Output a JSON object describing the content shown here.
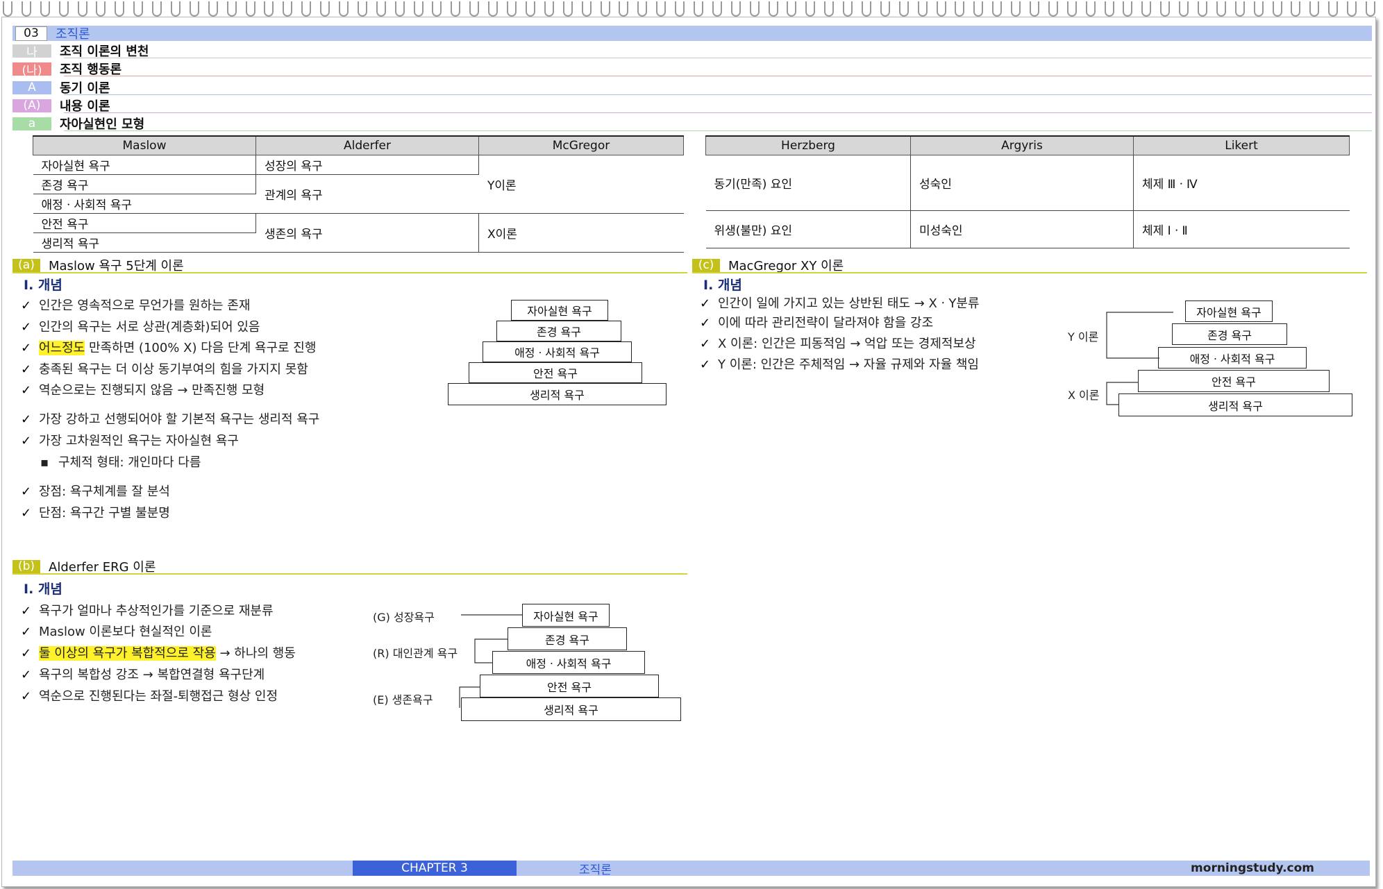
{
  "headers": [
    {
      "tag": "03",
      "text": "조직론"
    },
    {
      "tag": "나",
      "text": "조직 이론의 변천"
    },
    {
      "tag": "(나)",
      "text": "조직 행동론"
    },
    {
      "tag": "A",
      "text": "동기 이론"
    },
    {
      "tag": "(A)",
      "text": "내용 이론"
    },
    {
      "tag": "a",
      "text": "자아실현인 모형"
    }
  ],
  "table_left": {
    "columns": [
      "Maslow",
      "Alderfer",
      "McGregor"
    ],
    "maslow": [
      "자아실현 욕구",
      "존경 욕구",
      "애정ㆍ사회적 욕구",
      "안전 욕구",
      "생리적 욕구"
    ],
    "alderfer": [
      "성장의 욕구",
      "관계의 욕구",
      "생존의 욕구"
    ],
    "mcgregor": [
      "Y이론",
      "X이론"
    ]
  },
  "table_right": {
    "columns": [
      "Herzberg",
      "Argyris",
      "Likert"
    ],
    "rows": [
      [
        "동기(만족) 요인",
        "성숙인",
        "체제 ⅢㆍⅣ"
      ],
      [
        "위생(불만) 요인",
        "미성숙인",
        "체제 ⅠㆍⅡ"
      ]
    ]
  },
  "section_a": {
    "tag": "(a)",
    "title": "Maslow 욕구 5단계 이론",
    "concept": "Ⅰ. 개념",
    "bullets": [
      {
        "pre": "",
        "hl": "",
        "post": "인간은 영속적으로 무언가를 원하는 존재"
      },
      {
        "pre": "",
        "hl": "",
        "post": "인간의 욕구는 서로 상관(계층화)되어 있음"
      },
      {
        "pre": "",
        "hl": "어느정도",
        "post": " 만족하면 (100% X) 다음 단계 욕구로 진행"
      },
      {
        "pre": "",
        "hl": "",
        "post": "충족된 욕구는 더 이상 동기부여의 힘을 가지지 못함"
      },
      {
        "pre": "",
        "hl": "",
        "post": "역순으로는 진행되지 않음 → 만족진행 모형"
      },
      {
        "pre": "",
        "hl": "",
        "post": "가장 강하고 선행되어야 할 기본적 욕구는 생리적 욕구"
      },
      {
        "pre": "",
        "hl": "",
        "post": "가장 고차원적인 욕구는 자아실현 욕구"
      }
    ],
    "sub": "구체적 형태: 개인마다 다름",
    "pros": "장점: 욕구체계를 잘 분석",
    "cons": "단점: 욕구간 구별 불분명",
    "pyramid": [
      "자아실현 욕구",
      "존경 욕구",
      "애정ㆍ사회적 욕구",
      "안전 욕구",
      "생리적 욕구"
    ]
  },
  "section_b": {
    "tag": "(b)",
    "title": "Alderfer ERG 이론",
    "concept": "Ⅰ. 개념",
    "bullets": [
      {
        "hl": "",
        "post": "욕구가 얼마나 추상적인가를 기준으로 재분류"
      },
      {
        "hl": "",
        "post": "Maslow 이론보다 현실적인 이론"
      },
      {
        "hl": "둘 이상의 욕구가 복합적으로 작용",
        "post": " → 하나의 행동"
      },
      {
        "hl": "",
        "post": "욕구의 복합성 강조 → 복합연결형 욕구단계"
      },
      {
        "hl": "",
        "post": "역순으로 진행된다는 좌절-퇴행접근 형상 인정"
      }
    ],
    "labels": [
      "(G) 성장욕구",
      "(R) 대인관계 욕구",
      "(E) 생존욕구"
    ],
    "pyramid": [
      "자아실현 욕구",
      "존경 욕구",
      "애정ㆍ사회적 욕구",
      "안전 욕구",
      "생리적 욕구"
    ]
  },
  "section_c": {
    "tag": "(c)",
    "title": "MacGregor XY 이론",
    "concept": "Ⅰ. 개념",
    "bullets": [
      "인간이 일에 가지고 있는 상반된 태도 → XㆍY분류",
      "이에 따라 관리전략이 달라져야 함을 강조",
      "X 이론: 인간은 피동적임 → 억압 또는 경제적보상",
      "Y 이론: 인간은 주체적임 → 자율 규제와 자율 책임"
    ],
    "labels": [
      "Y 이론",
      "X 이론"
    ],
    "pyramid": [
      "자아실현 욕구",
      "존경 욕구",
      "애정ㆍ사회적 욕구",
      "안전 욕구",
      "생리적 욕구"
    ]
  },
  "footer": {
    "chapter": "CHAPTER 3",
    "title": "조직론",
    "site": "morningstudy.com"
  },
  "colors": {
    "tag03": "#ffffff",
    "band": "#b4c6f0",
    "tag_na": "#d2d2d2",
    "tag_paren": "#f08a8a",
    "tag_A": "#a9bdf0",
    "tag_pA": "#d9a6e0",
    "tag_a": "#a7dca7",
    "section": "#c4c21a",
    "highlight": "#fff22a"
  }
}
